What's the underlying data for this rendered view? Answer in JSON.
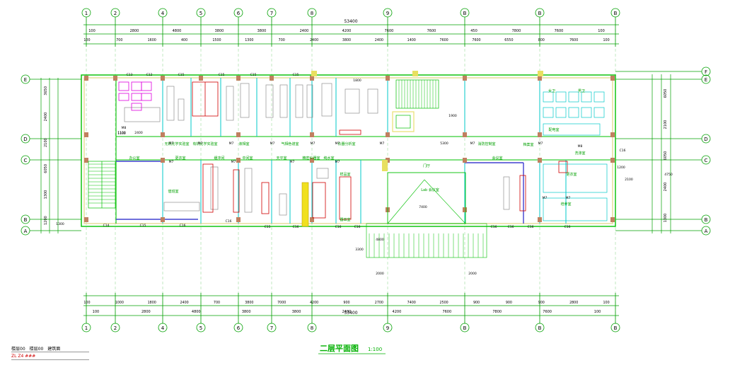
{
  "drawing": {
    "title": "二层平面图",
    "scale": "1:100",
    "total_dim_top": "53400",
    "total_dim_bottom": "53400"
  },
  "grid_cols": [
    "1",
    "2",
    "4",
    "5",
    "6",
    "7",
    "8",
    "9",
    "B",
    "B",
    "B"
  ],
  "grid_rows_left": [
    "E",
    "E",
    "D",
    "C",
    "B",
    "A"
  ],
  "grid_rows_right": [
    "F",
    "E",
    "D",
    "C",
    "B",
    "A"
  ],
  "dims_top_row1": [
    "100",
    "2800",
    "4800",
    "3800",
    "3800",
    "2400",
    "4200",
    "7600",
    "7600",
    "450",
    "7800",
    "7600",
    "100"
  ],
  "dims_top_row2": [
    "100",
    "700",
    "1600",
    "400",
    "1500",
    "1300",
    "700",
    "2400",
    "3800",
    "2400",
    "1400",
    "7600",
    "7600",
    "6550",
    "800",
    "7600",
    "100"
  ],
  "dims_bottom_row1": [
    "100",
    "1000",
    "1800",
    "2400",
    "700",
    "3800",
    "7000",
    "4200",
    "900",
    "2700",
    "7400",
    "2500",
    "900",
    "900",
    "900",
    "2800",
    "100"
  ],
  "dims_bottom_row2": [
    "100",
    "2800",
    "4800",
    "3800",
    "3800",
    "2400",
    "4200",
    "7600",
    "7800",
    "7600",
    "100"
  ],
  "dims_left": [
    "3650",
    "2400",
    "2100",
    "6050",
    "1300",
    "1200"
  ],
  "dims_right": [
    "6050",
    "2100",
    "6050",
    "2400",
    "1300"
  ],
  "rooms": [
    "无机化学实验室",
    "有机化学实验室",
    "液相室",
    "气相色谱室",
    "仪器分析室",
    "办公室",
    "更衣室",
    "缓冲间",
    "中间室",
    "Lab 会议室",
    "门厅",
    "消防控制室",
    "天平室",
    "精密仪器室",
    "纯水室",
    "值班室",
    "样品室",
    "器皿室",
    "女卫",
    "男卫",
    "配电室",
    "会议室",
    "档案室",
    "洗涤室",
    "培养室",
    "更衣室"
  ],
  "doors": [
    "M7",
    "M7",
    "M7",
    "M7",
    "M7",
    "M7",
    "M7",
    "M7",
    "M7",
    "M7",
    "M7",
    "M7",
    "M7",
    "M7",
    "M7",
    "M8",
    "M8"
  ],
  "windows": [
    "C13",
    "C12",
    "C15",
    "C15",
    "C15",
    "C15",
    "C14",
    "C15",
    "C16",
    "C16",
    "C15",
    "C16",
    "C16",
    "C16",
    "C16",
    "C16",
    "C16",
    "C16",
    "C16"
  ],
  "misc_labels": [
    "1100",
    "2400",
    "1900",
    "5300",
    "7400",
    "2000",
    "2000",
    "1200",
    "2100",
    "3300",
    "4800",
    "4750",
    "1800",
    "1100",
    "1300"
  ],
  "legend": {
    "row1_a": "楼层00",
    "row1_b": "楼层00",
    "row1_c": "建筑面",
    "row2": "ZL Z4 ###"
  }
}
